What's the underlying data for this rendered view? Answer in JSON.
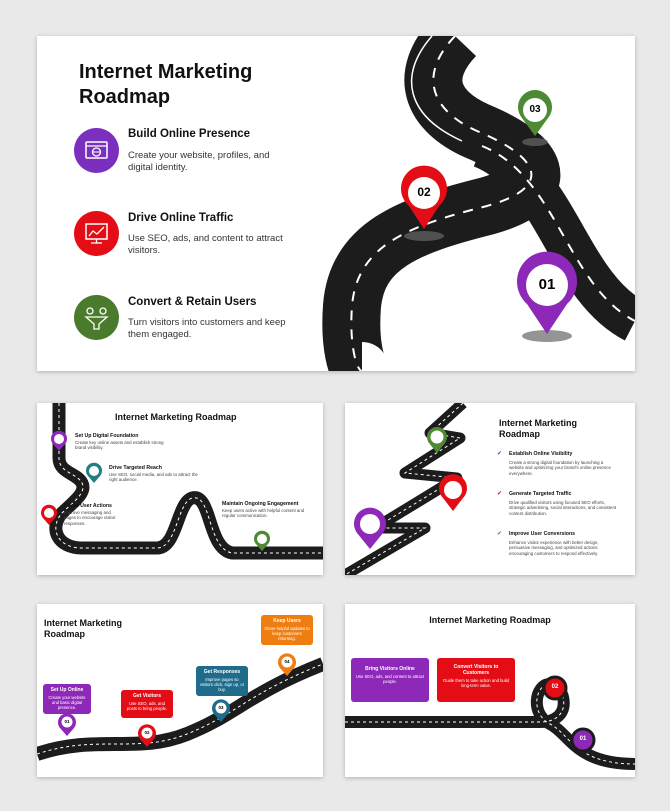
{
  "main_slide": {
    "title": "Internet Marketing\nRoadmap",
    "steps": [
      {
        "title": "Build Online Presence",
        "desc": "Create your website, profiles, and digital identity.",
        "color": "#7b2fbf",
        "icon": "website-icon"
      },
      {
        "title": "Drive Online Traffic",
        "desc": "Use SEO, ads, and content to attract visitors.",
        "color": "#e40d15",
        "icon": "analytics-chart-icon"
      },
      {
        "title": "Convert & Retain Users",
        "desc": "Turn visitors into customers and keep them engaged.",
        "color": "#4a7a2c",
        "icon": "funnel-users-icon"
      }
    ],
    "pins": [
      {
        "num": "01",
        "color": "#8e28b8"
      },
      {
        "num": "02",
        "color": "#e40d15"
      },
      {
        "num": "03",
        "color": "#4e8a35"
      }
    ]
  },
  "slide_a": {
    "title": "Internet Marketing Roadmap",
    "items": [
      {
        "title": "Set Up Digital Foundation",
        "desc": "Create key online assets and establish strong brand visibility."
      },
      {
        "title": "Drive Targeted Reach",
        "desc": "Use SEO, social media, and ads to attract the right audience."
      },
      {
        "title": "Boost User Actions",
        "desc": "Improve messaging and pages to encourage visitor responses."
      },
      {
        "title": "Maintain Ongoing Engagement",
        "desc": "Keep users active with helpful content and regular communication."
      }
    ]
  },
  "slide_b": {
    "title": "Internet Marketing\nRoadmap",
    "items": [
      {
        "title": "Establish Online Visibility",
        "desc": "Create a strong digital foundation by launching a website and optimizing your brand's online presence everywhere.",
        "color": "#8e28b8"
      },
      {
        "title": "Generate Targeted Traffic",
        "desc": "Drive qualified visitors using focused SEO efforts, strategic advertising, social interactions, and consistent content distribution.",
        "color": "#e40d15"
      },
      {
        "title": "Improve User Conversions",
        "desc": "Enhance visitor experience with better design, persuasive messaging, and optimized actions encouraging customers to respond effectively.",
        "color": "#4e8a35"
      }
    ]
  },
  "slide_c": {
    "title": "Internet Marketing\nRoadmap",
    "cards": [
      {
        "title": "Set Up Online",
        "desc": "Create your website and basic digital presence.",
        "color": "#8e28b8",
        "num": "01"
      },
      {
        "title": "Get Visitors",
        "desc": "Use SEO, ads, and posts to bring people.",
        "color": "#e40d15",
        "num": "02"
      },
      {
        "title": "Get Responses",
        "desc": "Improve pages so visitors click, sign up, or buy.",
        "color": "#1f6b8c",
        "num": "03"
      },
      {
        "title": "Keep Users",
        "desc": "Share helpful updates to keep customers returning.",
        "color": "#ef7d10",
        "num": "04"
      }
    ]
  },
  "slide_d": {
    "title": "Internet Marketing Roadmap",
    "cards": [
      {
        "title": "Bring Visitors Online",
        "desc": "Use SEO, ads, and content to attract people.",
        "color": "#8e28b8"
      },
      {
        "title": "Convert Visitors to Customers",
        "desc": "Guide them to take action and build long-term value.",
        "color": "#e40d15"
      }
    ],
    "pins": [
      "02",
      "01"
    ]
  }
}
